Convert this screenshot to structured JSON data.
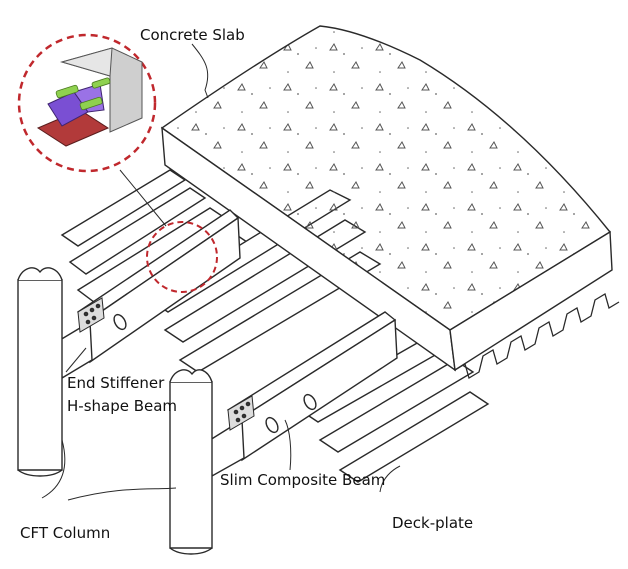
{
  "labels": {
    "concrete_slab": "Concrete Slab",
    "end_stiffener": "End Stiffener",
    "h_shape_beam": "H-shape Beam",
    "slim_composite_beam": "Slim Composite Beam",
    "cft_column": "CFT Column",
    "deck_plate": "Deck-plate"
  },
  "colors": {
    "line": "#2a2a2a",
    "slab_fill": "#ffffff",
    "detail_circle": "#c0282d",
    "connector_purple": "#7a4fd3",
    "connector_base": "#b23a3a",
    "stud_green": "#8fd14f",
    "box_gray": "#cfcfcf"
  }
}
